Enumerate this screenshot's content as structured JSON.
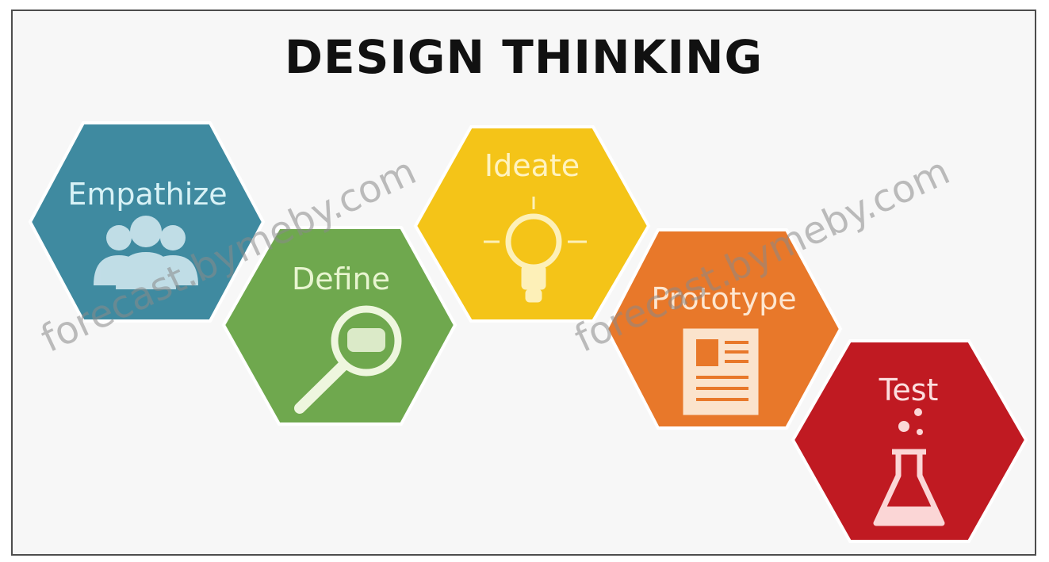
{
  "title": "DESIGN THINKING",
  "steps": [
    {
      "label": "Empathize",
      "icon": "users-icon",
      "color": "#3f8aa0",
      "text_color": "#d8f2f6"
    },
    {
      "label": "Define",
      "icon": "magnifier-icon",
      "color": "#6fa84e",
      "text_color": "#e8f5d0"
    },
    {
      "label": "Ideate",
      "icon": "lightbulb-icon",
      "color": "#f4c418",
      "text_color": "#fff3c0"
    },
    {
      "label": "Prototype",
      "icon": "document-icon",
      "color": "#e8782a",
      "text_color": "#fde6d0"
    },
    {
      "label": "Test",
      "icon": "flask-icon",
      "color": "#c01a22",
      "text_color": "#fcdede"
    }
  ],
  "watermarks": [
    "forecast.bymeby.com",
    "forecast.bymeby.com"
  ]
}
